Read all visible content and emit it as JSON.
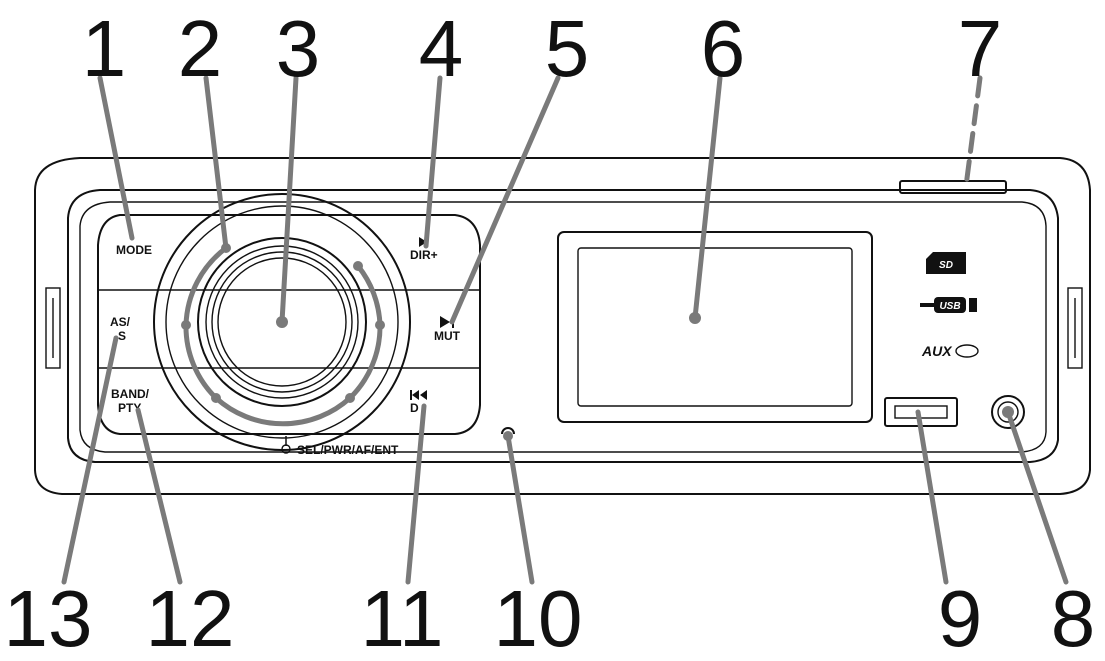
{
  "callouts": {
    "c1": "1",
    "c2": "2",
    "c3": "3",
    "c4": "4",
    "c5": "5",
    "c6": "6",
    "c7": "7",
    "c8": "8",
    "c9": "9",
    "c10": "10",
    "c11": "11",
    "c12": "12",
    "c13": "13"
  },
  "panel_labels": {
    "mode": "MODE",
    "dir_plus": "DIR+",
    "mut": "MUT",
    "as": "AS/",
    "as_line2": "S",
    "band": "BAND/",
    "pty": "PTY",
    "dir_minus": "D",
    "knob": "SEL/PWR/AF/ENT",
    "usb": "USB",
    "aux": "AUX"
  }
}
